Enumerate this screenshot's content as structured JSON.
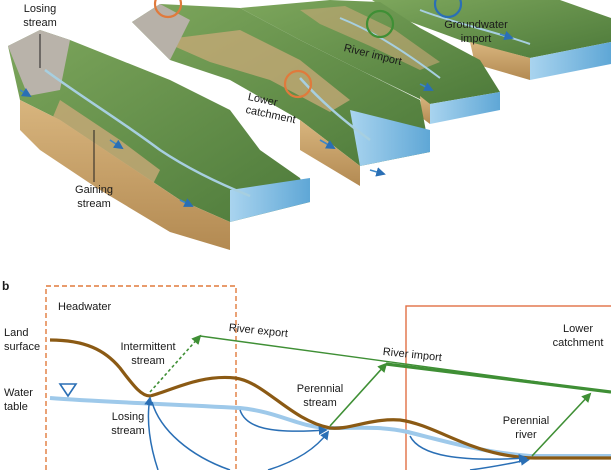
{
  "panel_a": {
    "labels": {
      "losing_stream": [
        "Losing",
        "stream"
      ],
      "gaining_stream": [
        "Gaining",
        "stream"
      ],
      "lower_catchment": [
        "Lower",
        "catchment"
      ],
      "river_import": "River import",
      "groundwater_import": [
        "Groundwater",
        "import"
      ]
    }
  },
  "panel_b": {
    "letter": "b",
    "headwater": "Headwater",
    "lower_catchment": [
      "Lower",
      "catchment"
    ],
    "land_surface": [
      "Land",
      "surface"
    ],
    "water_table": [
      "Water",
      "table"
    ],
    "intermittent_stream": [
      "Intermittent",
      "stream"
    ],
    "river_export": "River export",
    "river_import": "River import",
    "perennial_stream": [
      "Perennial",
      "stream"
    ],
    "losing_stream": [
      "Losing",
      "stream"
    ],
    "perennial_river": [
      "Perennial",
      "river"
    ]
  },
  "colors": {
    "land_surface": "#8b5a14",
    "water_table": "#9ec9ea",
    "flow_arrow": "#2a6fb5",
    "river_line": "#3f8f35",
    "headwater_box": "#e07a3c",
    "lower_box": "#e27045",
    "water_face": "#8fc4e6",
    "terrain_green": "#6f9a52",
    "terrain_brown": "#c7a16a"
  }
}
